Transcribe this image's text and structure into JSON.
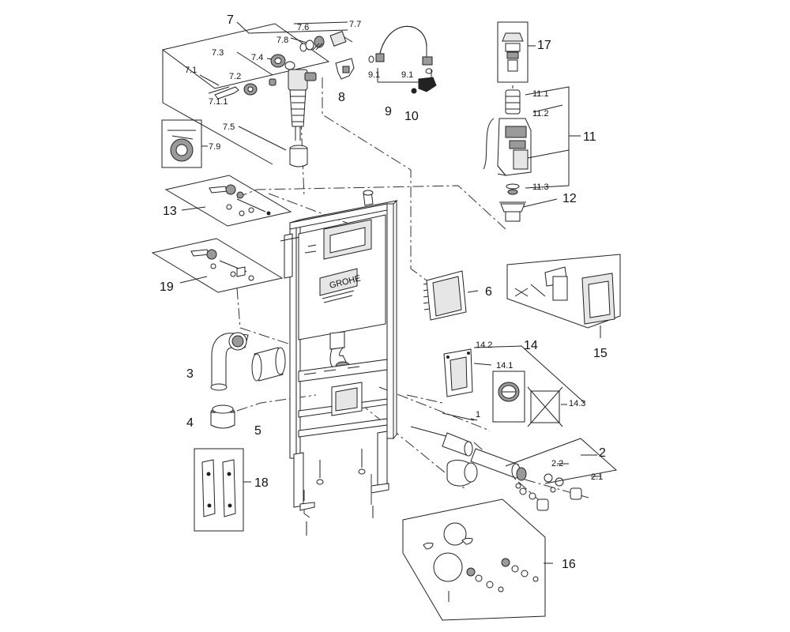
{
  "brand": "GROHE",
  "callouts": [
    "1",
    "2",
    "2.1",
    "2.2",
    "3",
    "4",
    "5",
    "6",
    "7",
    "7.1",
    "7.1.1",
    "7.2",
    "7.3",
    "7.4",
    "7.5",
    "7.6",
    "7.7",
    "7.8",
    "7.9",
    "8",
    "9",
    "9.1",
    "10",
    "11",
    "11.1",
    "11.2",
    "11.3",
    "12",
    "13",
    "14",
    "14.1",
    "14.2",
    "14.3",
    "15",
    "16",
    "17",
    "18",
    "19"
  ]
}
